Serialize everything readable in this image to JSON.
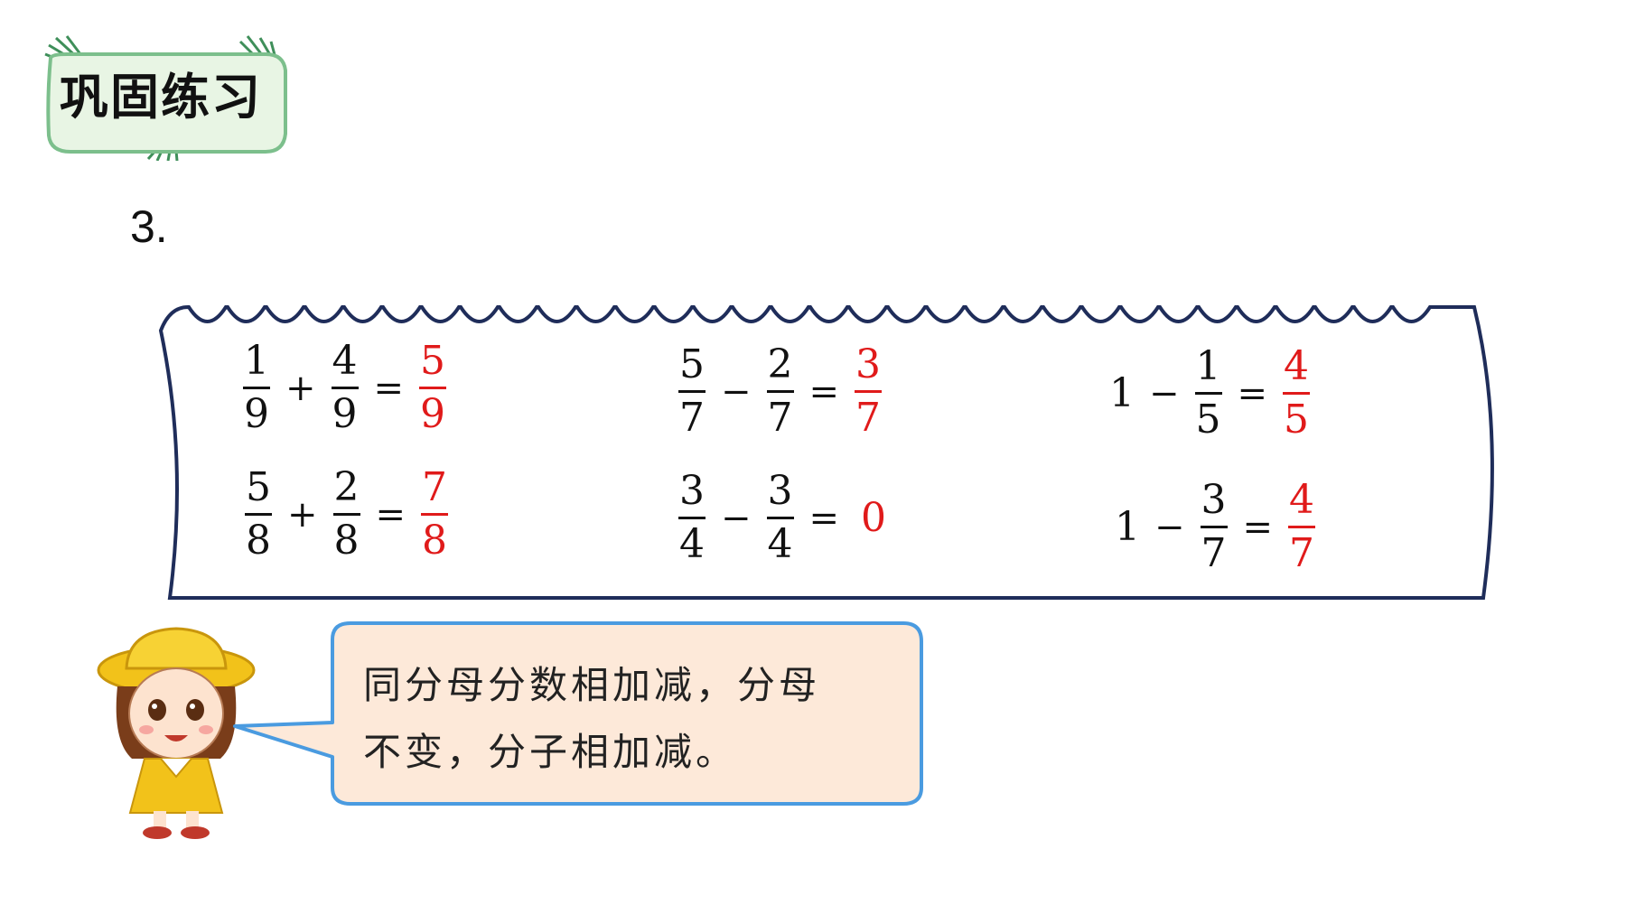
{
  "slide": {
    "title": "巩固练习",
    "question_number": "3."
  },
  "equations": [
    {
      "a": {
        "num": "1",
        "den": "9"
      },
      "op": "+",
      "b": {
        "num": "4",
        "den": "9"
      },
      "eq": "=",
      "answer": {
        "num": "5",
        "den": "9"
      }
    },
    {
      "a": {
        "num": "5",
        "den": "7"
      },
      "op": "−",
      "b": {
        "num": "2",
        "den": "7"
      },
      "eq": "=",
      "answer": {
        "num": "3",
        "den": "7"
      }
    },
    {
      "whole": "1",
      "op": "−",
      "b": {
        "num": "1",
        "den": "5"
      },
      "eq": "=",
      "answer": {
        "num": "4",
        "den": "5"
      }
    },
    {
      "a": {
        "num": "5",
        "den": "8"
      },
      "op": "+",
      "b": {
        "num": "2",
        "den": "8"
      },
      "eq": "=",
      "answer": {
        "num": "7",
        "den": "8"
      }
    },
    {
      "a": {
        "num": "3",
        "den": "4"
      },
      "op": "−",
      "b": {
        "num": "3",
        "den": "4"
      },
      "eq": "=",
      "answer_value": "0"
    },
    {
      "whole": "1",
      "op": "−",
      "b": {
        "num": "3",
        "den": "7"
      },
      "eq": "=",
      "answer": {
        "num": "4",
        "den": "7"
      }
    }
  ],
  "speech_bubble": {
    "line1": "同分母分数相加减，分母",
    "line2": "不变，分子相加减。"
  },
  "colors": {
    "answer": "#e01a1a",
    "scroll_border": "#1f2d5a",
    "bubble_fill": "#fde9d9",
    "bubble_border": "#4a9be0",
    "badge_fill": "#e8f5e4",
    "badge_border": "#7cbf8c"
  },
  "icons": {
    "girl": "girl-with-yellow-hat-illustration",
    "badge": "leaf-badge"
  }
}
